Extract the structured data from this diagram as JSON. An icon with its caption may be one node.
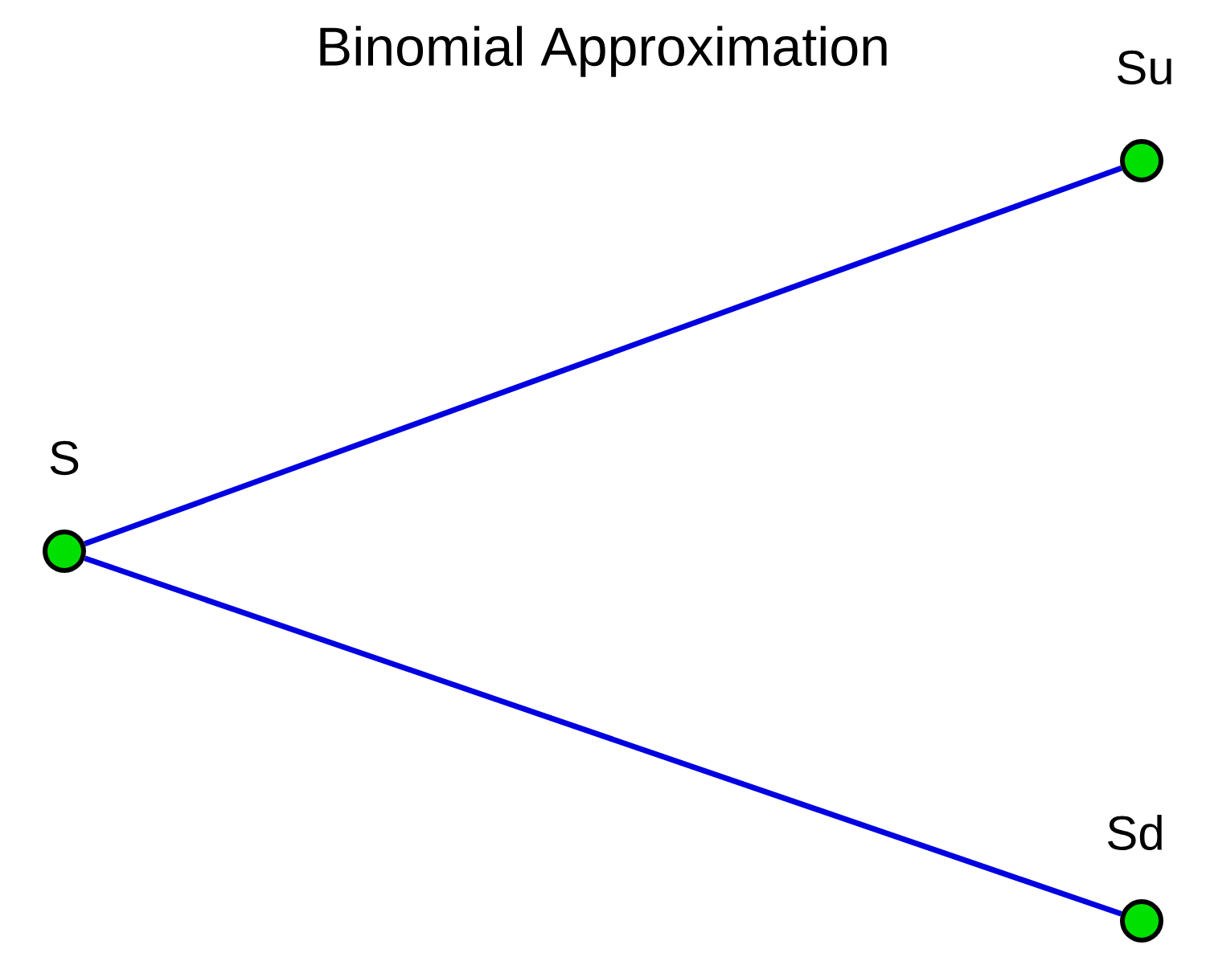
{
  "diagram": {
    "title": "Binomial Approximation",
    "nodes": [
      {
        "text": [
          "S"
        ]
      },
      {
        "text": [
          "Su"
        ]
      },
      {
        "text": [
          "Sd"
        ]
      }
    ],
    "edges": [
      {
        "from": 0,
        "to": 1,
        "arrow": "none"
      },
      {
        "from": 0,
        "to": 2,
        "arrow": "none"
      }
    ]
  }
}
